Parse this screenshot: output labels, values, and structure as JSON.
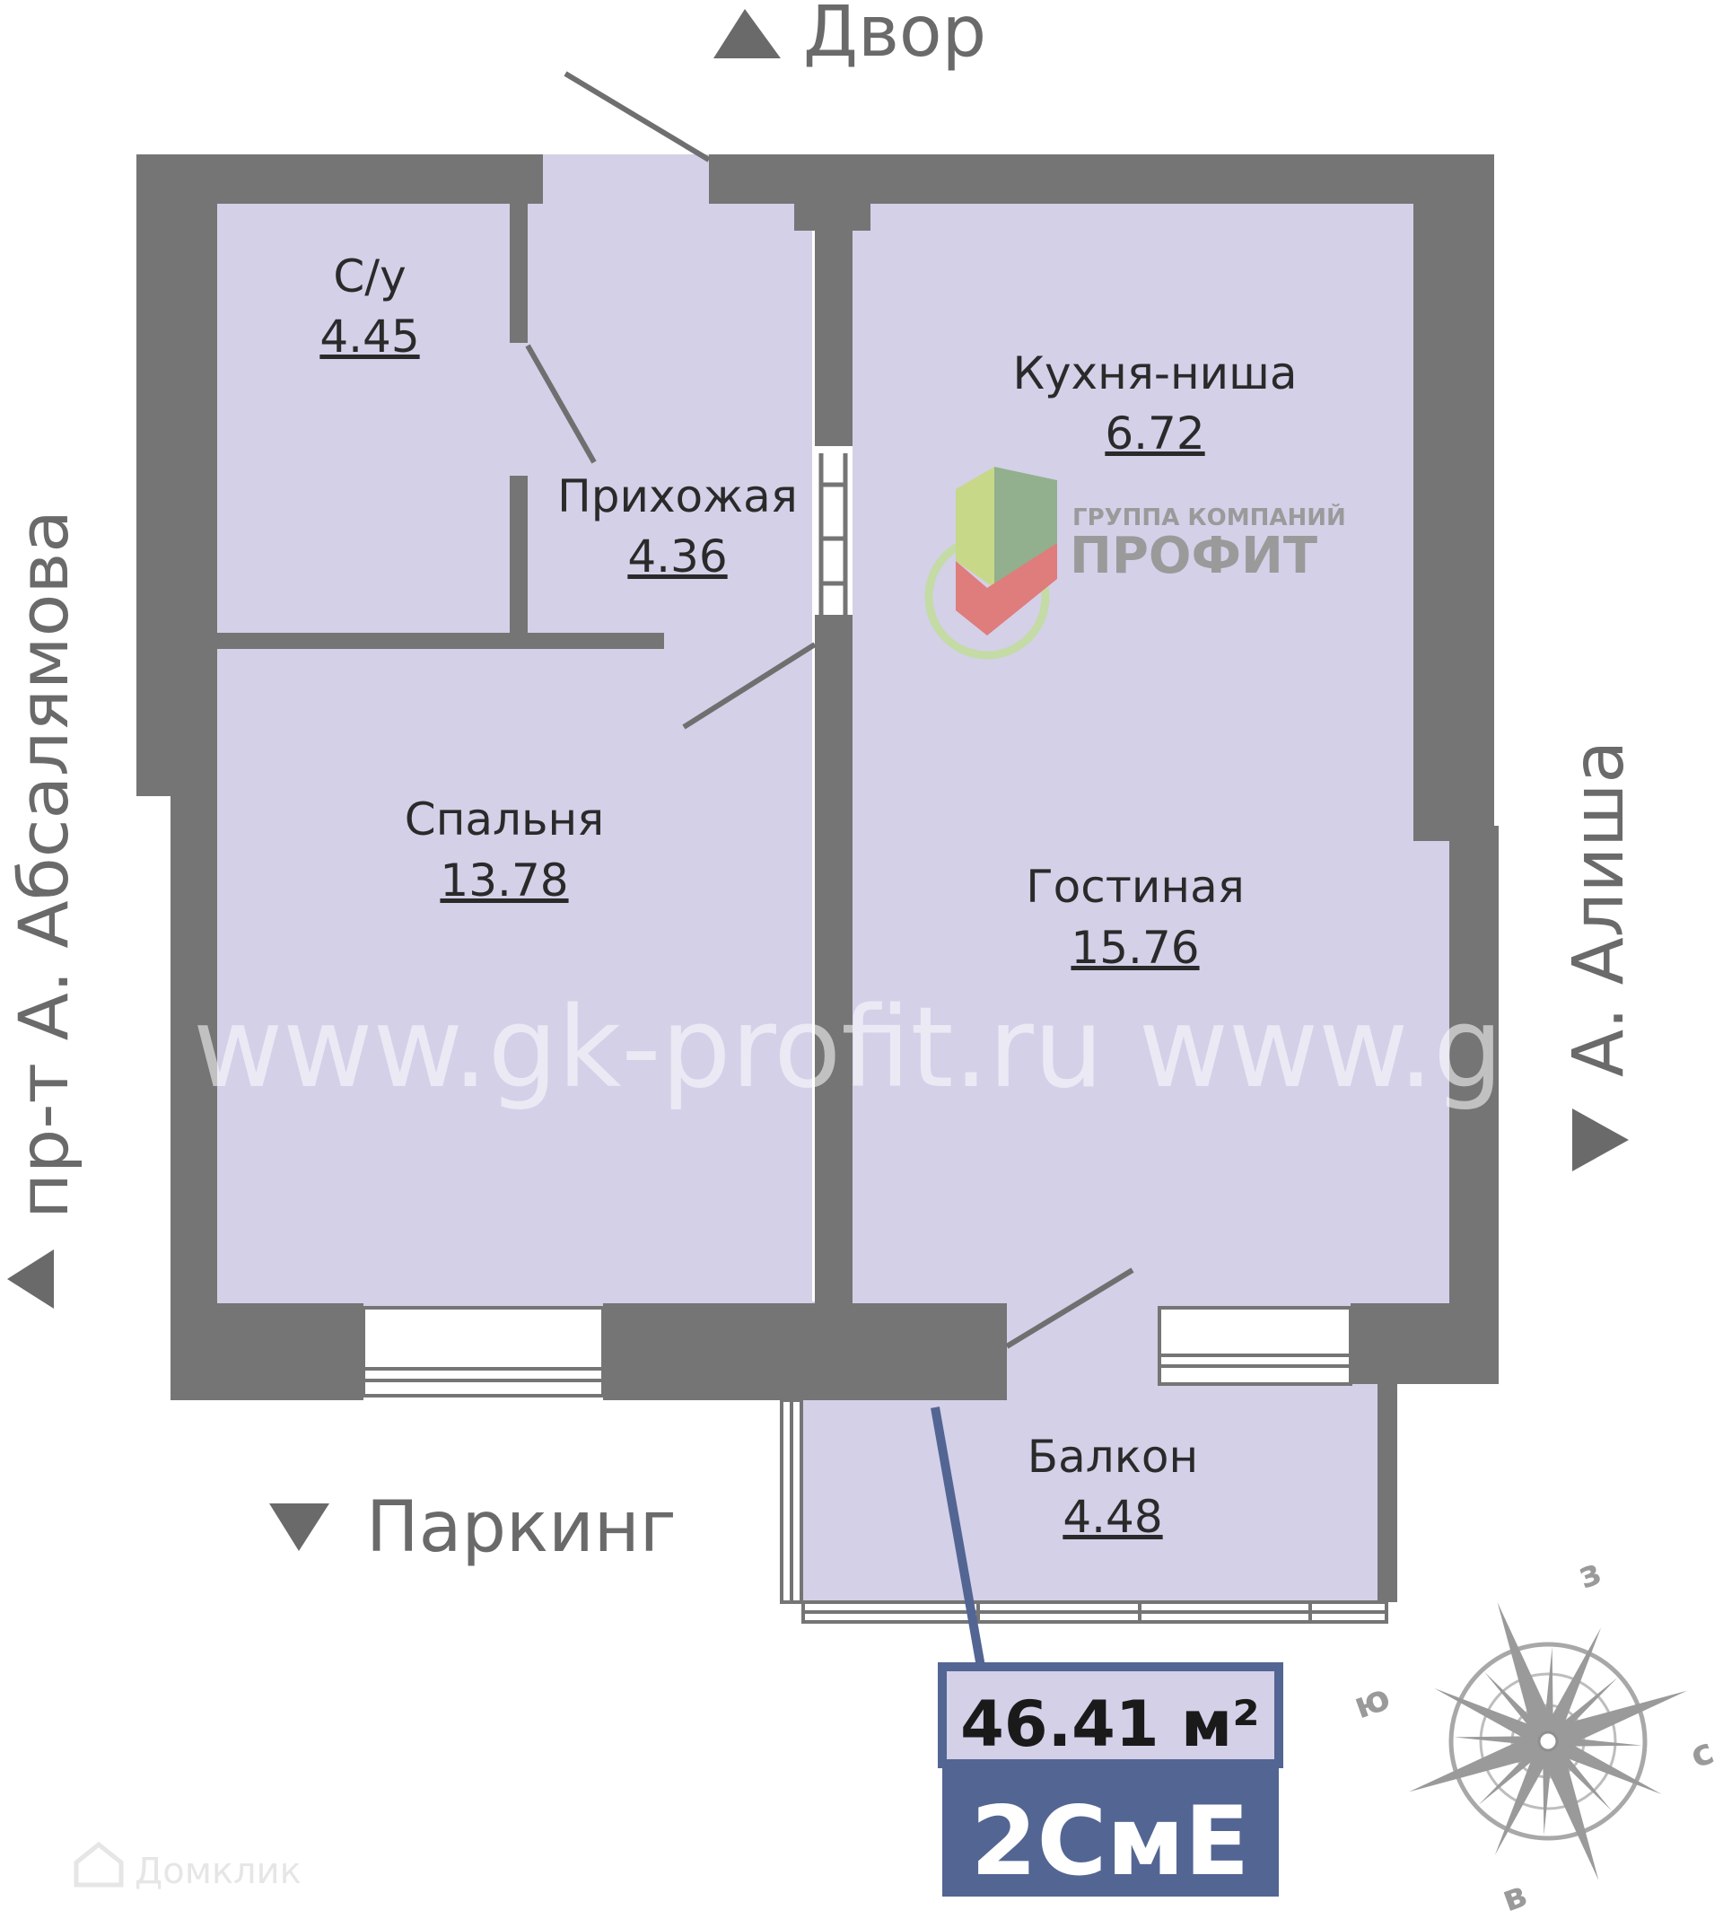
{
  "directions": {
    "top": "Двор",
    "bottom": "Паркинг",
    "left": "пр-т А. Абсалямова",
    "right": "А. Алиша"
  },
  "rooms": [
    {
      "name": "С/у",
      "area": "4.45"
    },
    {
      "name": "Прихожая",
      "area": "4.36"
    },
    {
      "name": "Кухня-ниша",
      "area": "6.72"
    },
    {
      "name": "Спальня",
      "area": "13.78"
    },
    {
      "name": "Гостиная",
      "area": "15.76"
    },
    {
      "name": "Балкон",
      "area": "4.48"
    }
  ],
  "logo": {
    "line1": "ГРУППА КОМПАНИЙ",
    "line2": "ПРОФИТ"
  },
  "watermark": "www.gk-profit.ru  www.g",
  "summary": {
    "total_area": "46.41 м²",
    "type": "2СмЕ"
  },
  "compass": {
    "n": "з",
    "e": "с",
    "s": "в",
    "w": "ю"
  },
  "corner_watermark": "Домклик",
  "colors": {
    "room_fill": "#d3d0e8",
    "wall": "#757575",
    "badge": "#536593"
  }
}
